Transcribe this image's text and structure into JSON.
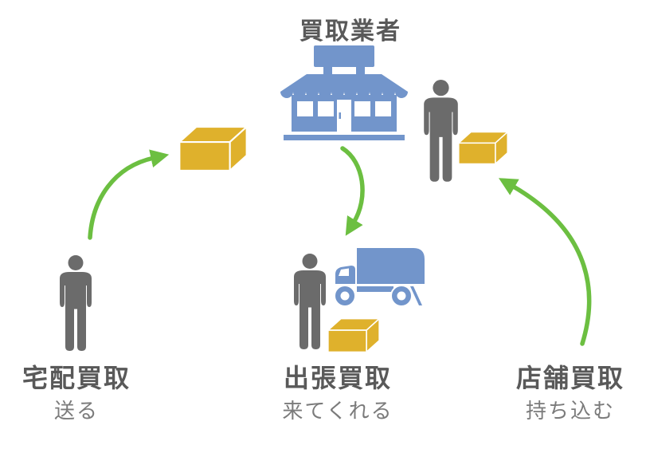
{
  "title": "買取業者",
  "colors": {
    "blue": "#7295CB",
    "gray": "#6B6B6B",
    "yellow": "#DFB12C",
    "green": "#6CBF41",
    "heading": "#595959",
    "subtext": "#7B7B7B"
  },
  "methods": [
    {
      "id": "takuhai",
      "name": "宅配買取",
      "action": "送る"
    },
    {
      "id": "shucchou",
      "name": "出張買取",
      "action": "来てくれる"
    },
    {
      "id": "tenpo",
      "name": "店舗買取",
      "action": "持ち込む"
    }
  ],
  "icons": {
    "store": "storefront-shop",
    "person": "standing-person-pictogram",
    "truck": "box-truck",
    "box": "cardboard-package-box",
    "arrows": [
      "curved-arrow-up-right",
      "curved-arrow-down",
      "curved-arrow-up-left"
    ]
  }
}
